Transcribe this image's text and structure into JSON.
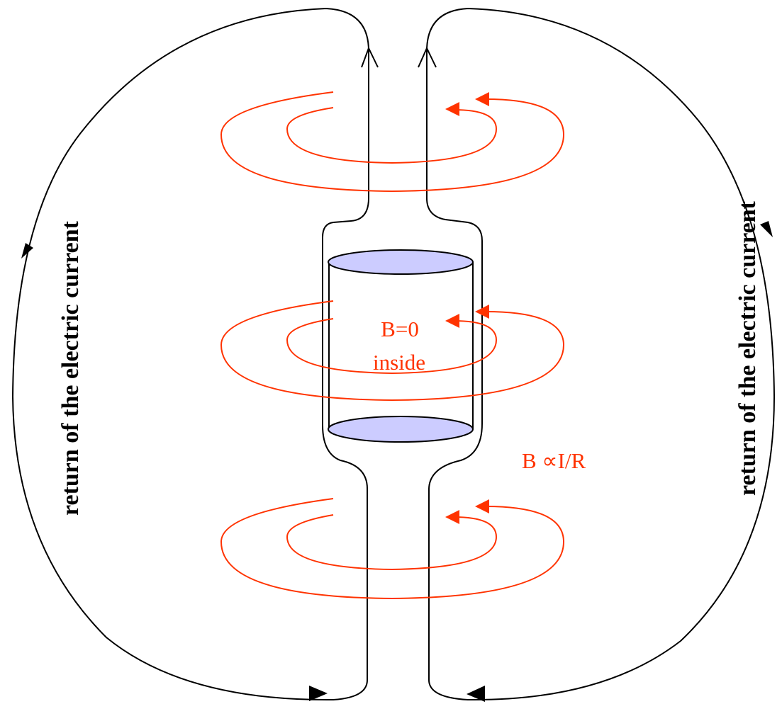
{
  "labels": {
    "return_left": "return of the electric current",
    "return_right": "return of the electric current",
    "b_inside": "B=0",
    "inside": "inside",
    "b_outside": "B ∝I/R"
  },
  "colors": {
    "current": "#000000",
    "field": "#ff3300",
    "cap_fill": "#ccccff"
  }
}
